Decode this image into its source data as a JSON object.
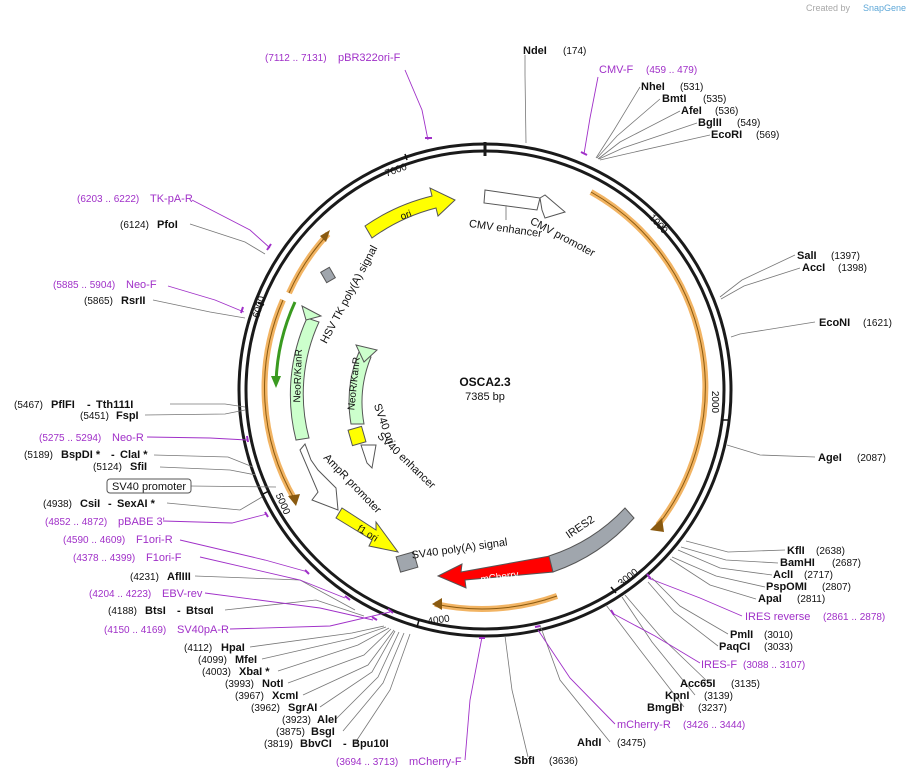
{
  "credit": {
    "prefix": "Created by",
    "brand": "SnapGene"
  },
  "plasmid": {
    "name": "OSCA2.3",
    "size_label": "7385 bp",
    "length": 7385
  },
  "ticks": [
    "1000",
    "2000",
    "3000",
    "4000",
    "5000",
    "6000",
    "7000"
  ],
  "enzymes": [
    {
      "name": "NdeI",
      "pos": "(174)"
    },
    {
      "name": "NheI",
      "pos": "(531)"
    },
    {
      "name": "BmtI",
      "pos": "(535)"
    },
    {
      "name": "AfeI",
      "pos": "(536)"
    },
    {
      "name": "BglII",
      "pos": "(549)"
    },
    {
      "name": "EcoRI",
      "pos": "(569)"
    },
    {
      "name": "SalI",
      "pos": "(1397)"
    },
    {
      "name": "AccI",
      "pos": "(1398)"
    },
    {
      "name": "EcoNI",
      "pos": "(1621)"
    },
    {
      "name": "AgeI",
      "pos": "(2087)"
    },
    {
      "name": "KflI",
      "pos": "(2638)"
    },
    {
      "name": "BamHI",
      "pos": "(2687)"
    },
    {
      "name": "AclI",
      "pos": "(2717)"
    },
    {
      "name": "PspOMI",
      "pos": "(2807)"
    },
    {
      "name": "ApaI",
      "pos": "(2811)"
    },
    {
      "name": "PmlI",
      "pos": "(3010)"
    },
    {
      "name": "PaqCI",
      "pos": "(3033)"
    },
    {
      "name": "Acc65I",
      "pos": "(3135)"
    },
    {
      "name": "KpnI",
      "pos": "(3139)"
    },
    {
      "name": "BmgBI",
      "pos": "(3237)"
    },
    {
      "name": "AhdI",
      "pos": "(3475)"
    },
    {
      "name": "SbfI",
      "pos": "(3636)"
    },
    {
      "name": "BbvCI",
      "name2": "Bpu10I",
      "pos": "(3819)"
    },
    {
      "name": "BsgI",
      "pos": "(3875)"
    },
    {
      "name": "AleI",
      "pos": "(3923)"
    },
    {
      "name": "SgrAI",
      "pos": "(3962)"
    },
    {
      "name": "XcmI",
      "pos": "(3967)"
    },
    {
      "name": "NotI",
      "pos": "(3993)"
    },
    {
      "name": "XbaI *",
      "pos": "(4003)"
    },
    {
      "name": "MfeI",
      "pos": "(4099)"
    },
    {
      "name": "HpaI",
      "pos": "(4112)"
    },
    {
      "name": "BtsI",
      "name2": "BtsαI",
      "pos": "(4188)"
    },
    {
      "name": "AflIII",
      "pos": "(4231)"
    },
    {
      "name": "CsiI",
      "name2": "SexAI *",
      "pos": "(4938)"
    },
    {
      "name": "SfiI",
      "pos": "(5124)"
    },
    {
      "name": "BspDI *",
      "name2": "ClaI *",
      "pos": "(5189)"
    },
    {
      "name": "FspI",
      "pos": "(5451)"
    },
    {
      "name": "PflFI",
      "name2": "Tth111I",
      "pos": "(5467)"
    },
    {
      "name": "RsrII",
      "pos": "(5865)"
    },
    {
      "name": "PfoI",
      "pos": "(6124)"
    }
  ],
  "primers": [
    {
      "name": "pBR322ori-F",
      "range": "(7112 .. 7131)"
    },
    {
      "name": "CMV-F",
      "range": "(459 .. 479)"
    },
    {
      "name": "TK-pA-R",
      "range": "(6203 .. 6222)"
    },
    {
      "name": "Neo-F",
      "range": "(5885 .. 5904)"
    },
    {
      "name": "Neo-R",
      "range": "(5275 .. 5294)"
    },
    {
      "name": "pBABE 3'",
      "range": "(4852 .. 4872)"
    },
    {
      "name": "F1ori-R",
      "range": "(4590 .. 4609)"
    },
    {
      "name": "F1ori-F",
      "range": "(4378 .. 4399)"
    },
    {
      "name": "EBV-rev",
      "range": "(4204 .. 4223)"
    },
    {
      "name": "SV40pA-R",
      "range": "(4150 .. 4169)"
    },
    {
      "name": "IRES reverse",
      "range": "(2861 .. 2878)"
    },
    {
      "name": "IRES-F",
      "range": "(3088 .. 3107)"
    },
    {
      "name": "mCherry-R",
      "range": "(3426 .. 3444)"
    },
    {
      "name": "mCherry-F",
      "range": "(3694 .. 3713)"
    }
  ],
  "features": {
    "ori": "ori",
    "cmv_enhancer": "CMV enhancer",
    "cmv_promoter": "CMV promoter",
    "hsv_tk": "HSV TK poly(A) signal",
    "neor_outer": "NeoR/KanR",
    "neor_inner": "NeoR/KanR",
    "sv40_ori": "SV40 ori",
    "sv40_enhancer": "SV40 enhancer",
    "ampr_promoter": "AmpR promoter",
    "f1_ori": "f1 ori",
    "sv40_polya": "SV40 poly(A) signal",
    "mcherry": "mCherry",
    "ires2": "IRES2",
    "sv40_promoter_box": "SV40 promoter"
  },
  "colors": {
    "backbone": "#1a1a1a",
    "ori": "#ffff00",
    "neo": "#ccffcc",
    "mcherry": "#ff0000",
    "ires": "#a0a6ad",
    "orf": "#f2b463",
    "primer": "#a030c8"
  }
}
